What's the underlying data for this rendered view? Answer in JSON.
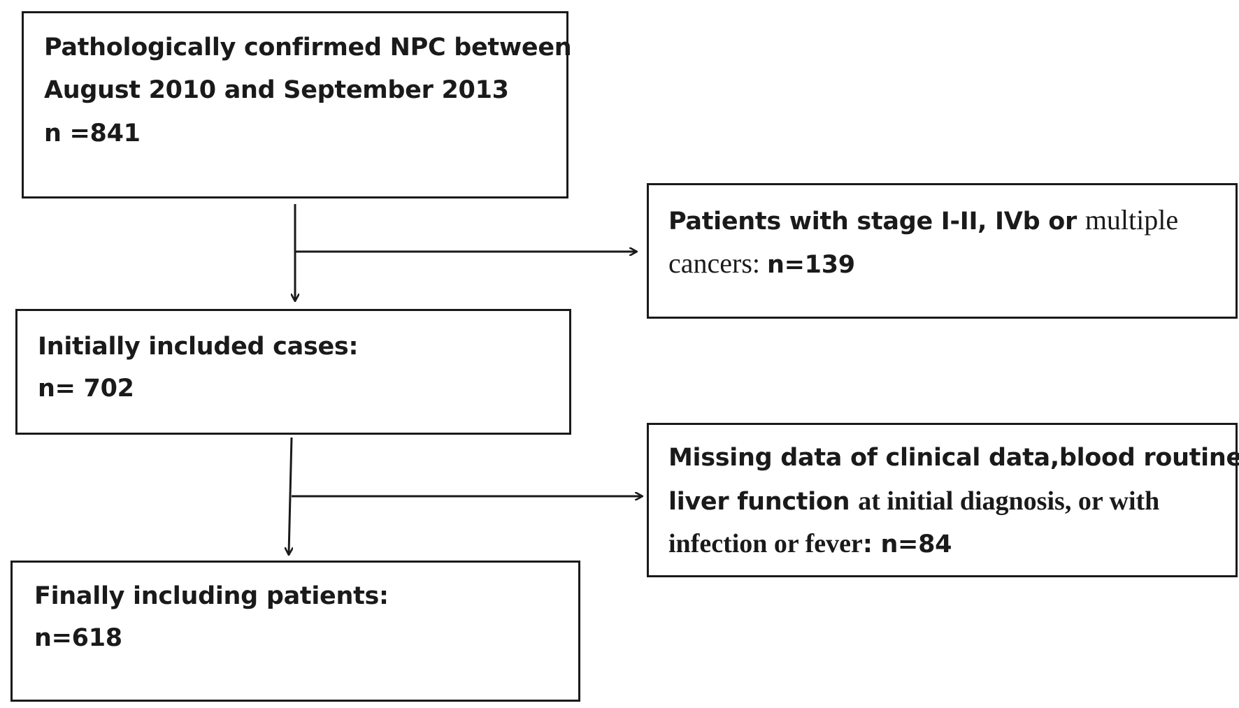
{
  "boxes": {
    "source": {
      "line1": "Pathologically confirmed NPC between",
      "line2": "August 2010 and September 2013",
      "line3": "n =841"
    },
    "exclusion1": {
      "line1_a": "Patients with stage I-II, IVb or ",
      "line1_b": "multiple",
      "line2_a": "cancers",
      "line2_b": ": ",
      "line2_c": "n=139"
    },
    "initial": {
      "line1": "Initially included cases:",
      "line2": "n= 702"
    },
    "exclusion2": {
      "line1": "Missing data of clinical data,blood routine or",
      "line2_a": "liver function ",
      "line2_b": "at initial diagnosis, or with",
      "line3_a": "infection or fever",
      "line3_b": ": n=84"
    },
    "final": {
      "line1": "Finally including patients:",
      "line2": "n=618"
    }
  }
}
